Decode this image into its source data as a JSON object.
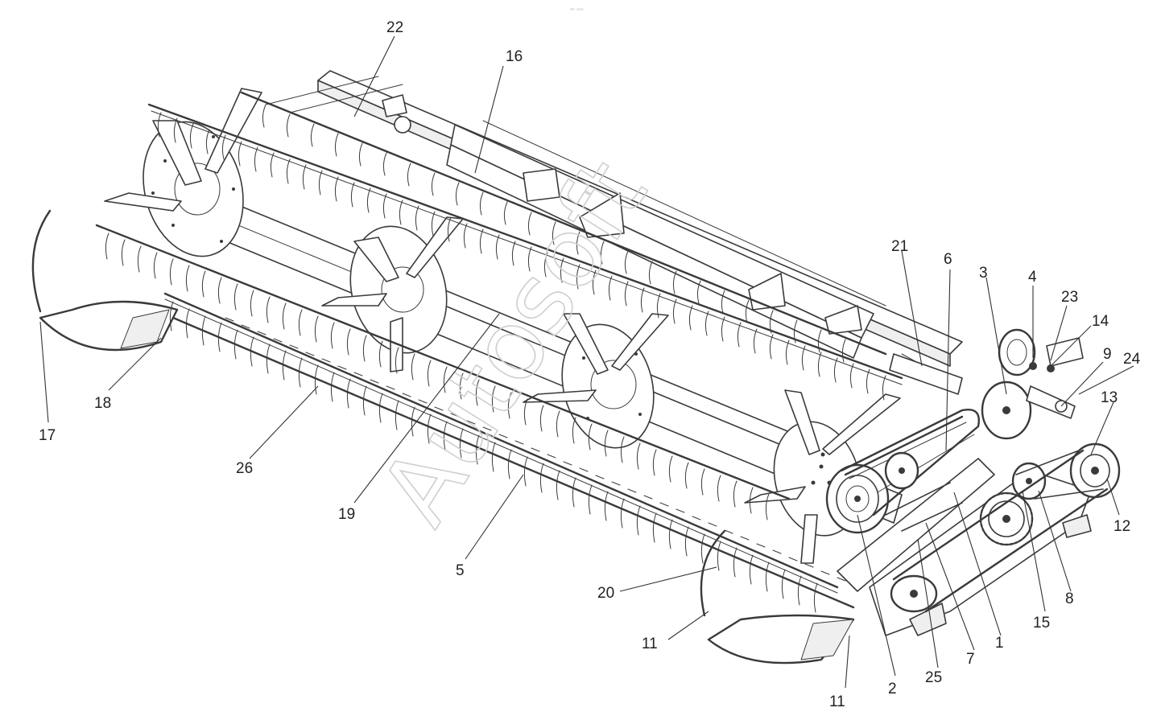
{
  "watermark": "Autosoft",
  "header_mark": "ᵒʰ ᵒᵒᵒ",
  "callouts": [
    {
      "id": "c1",
      "text": "1"
    },
    {
      "id": "c2",
      "text": "2"
    },
    {
      "id": "c3",
      "text": "3"
    },
    {
      "id": "c4",
      "text": "4"
    },
    {
      "id": "c5",
      "text": "5"
    },
    {
      "id": "c6",
      "text": "6"
    },
    {
      "id": "c7",
      "text": "7"
    },
    {
      "id": "c8",
      "text": "8"
    },
    {
      "id": "c9",
      "text": "9"
    },
    {
      "id": "c11a",
      "text": "11"
    },
    {
      "id": "c11b",
      "text": "11"
    },
    {
      "id": "c12",
      "text": "12"
    },
    {
      "id": "c13",
      "text": "13"
    },
    {
      "id": "c14",
      "text": "14"
    },
    {
      "id": "c15",
      "text": "15"
    },
    {
      "id": "c16",
      "text": "16"
    },
    {
      "id": "c17",
      "text": "17"
    },
    {
      "id": "c18",
      "text": "18"
    },
    {
      "id": "c19",
      "text": "19"
    },
    {
      "id": "c20",
      "text": "20"
    },
    {
      "id": "c21",
      "text": "21"
    },
    {
      "id": "c22",
      "text": "22"
    },
    {
      "id": "c23",
      "text": "23"
    },
    {
      "id": "c24",
      "text": "24"
    },
    {
      "id": "c25",
      "text": "25"
    },
    {
      "id": "c26",
      "text": "26"
    }
  ]
}
